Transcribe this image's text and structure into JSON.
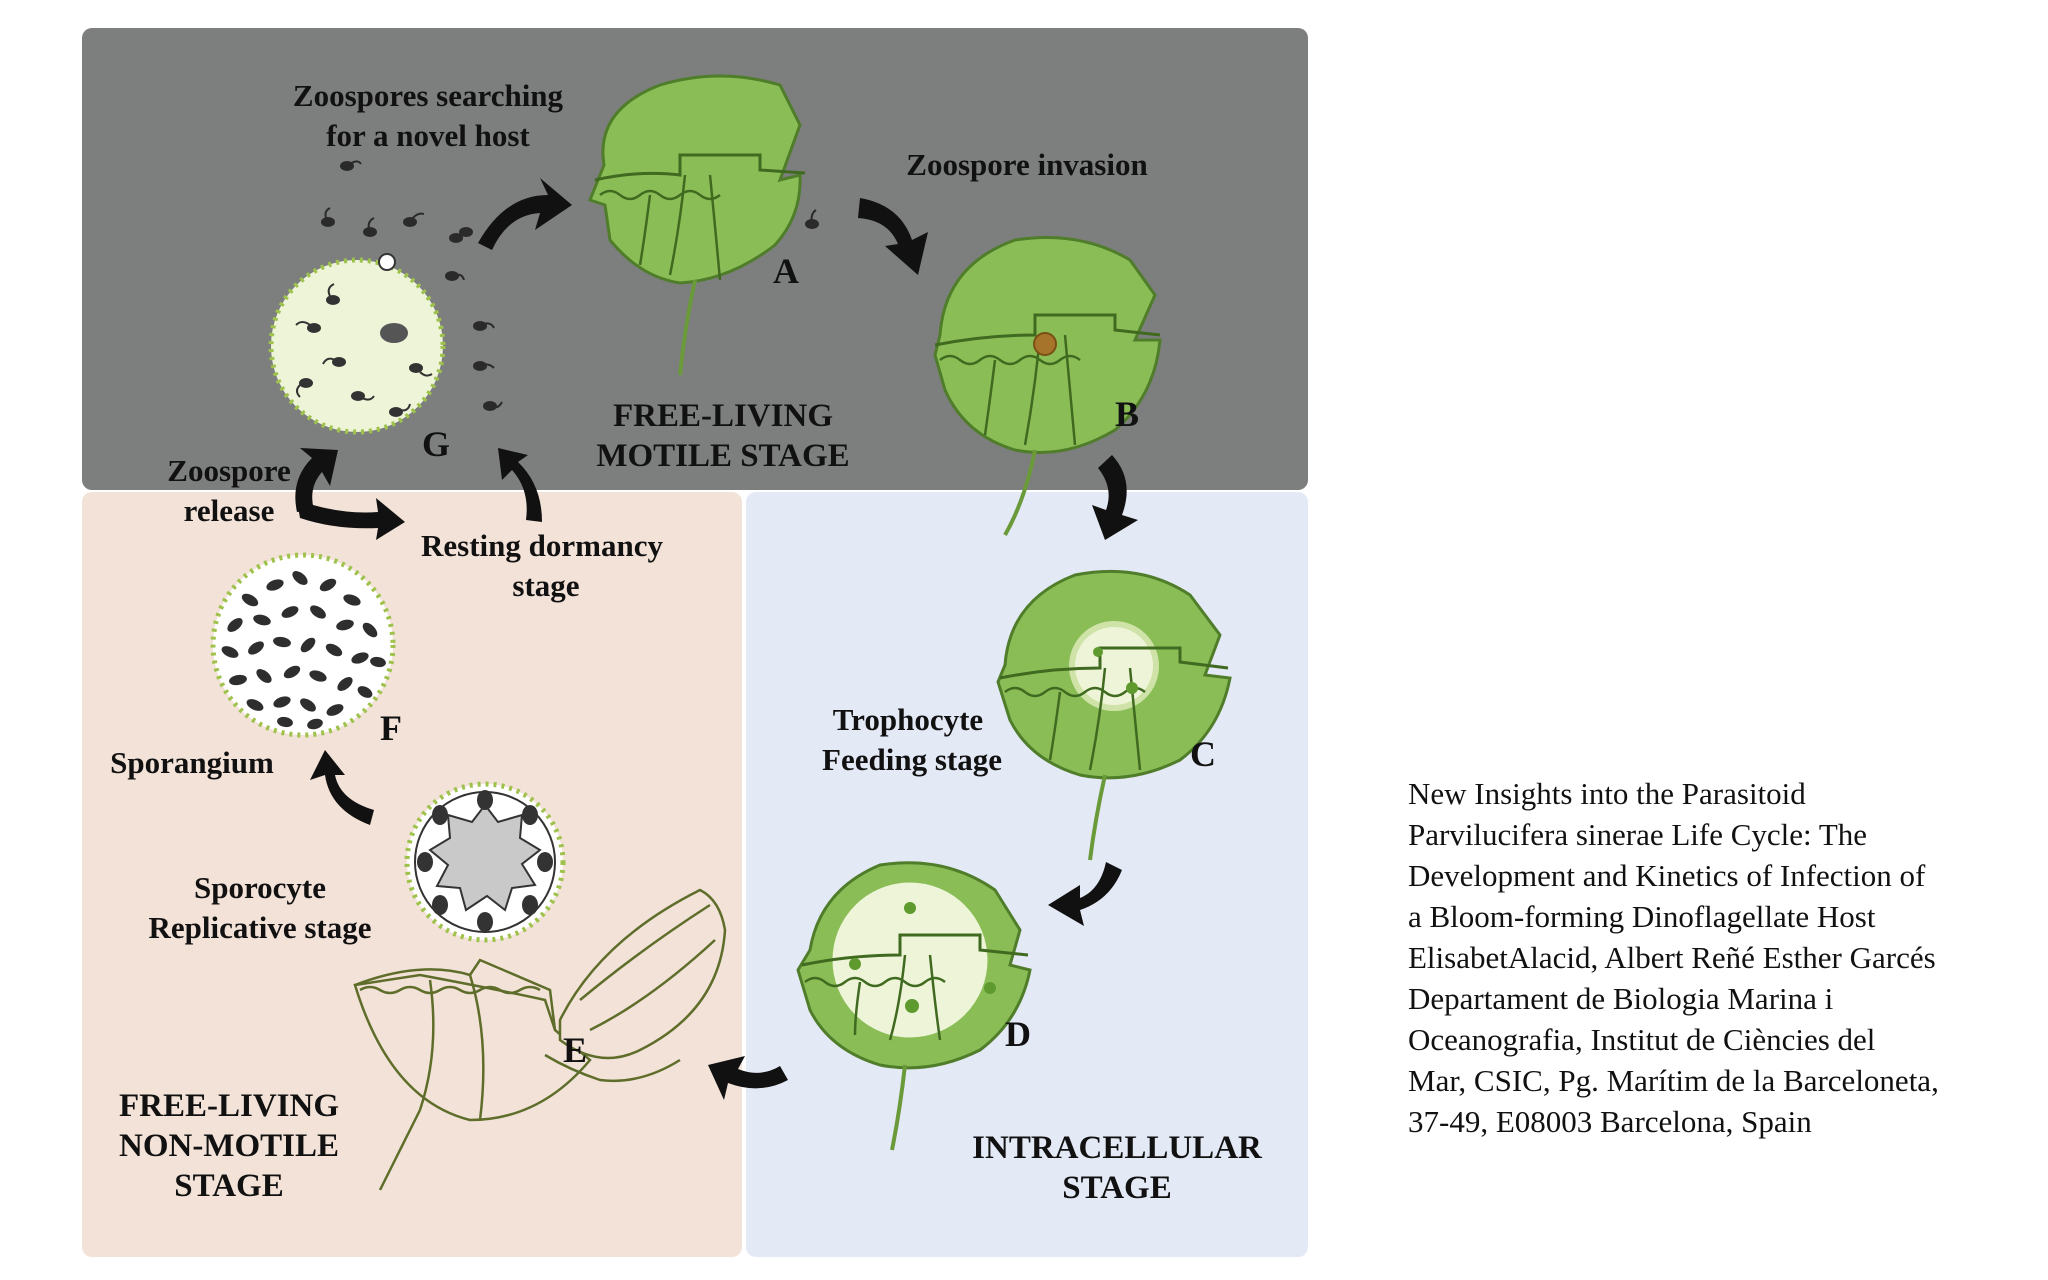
{
  "panels": {
    "top_title": [
      "FREE-LIVING",
      "MOTILE  STAGE"
    ],
    "left_title": [
      "FREE-LIVING",
      "NON-MOTILE",
      "STAGE"
    ],
    "right_title": [
      "INTRACELLULAR",
      "STAGE"
    ]
  },
  "labels": {
    "zoospores_searching": [
      "Zoospores searching",
      "for a novel host"
    ],
    "zoospore_invasion": "Zoospore invasion",
    "zoospore_release": [
      "Zoospore",
      "release"
    ],
    "resting_dormancy": [
      "Resting dormancy",
      "stage"
    ],
    "trophocyte": [
      "Trophocyte",
      "Feeding stage"
    ],
    "sporangium": "Sporangium",
    "sporocyte": [
      "Sporocyte",
      "Replicative stage"
    ]
  },
  "stage_letters": {
    "A": "A",
    "B": "B",
    "C": "C",
    "D": "D",
    "E": "E",
    "F": "F",
    "G": "G"
  },
  "caption": [
    "New Insights into the Parasitoid",
    "Parvilucifera sinerae Life Cycle: The",
    "Development and Kinetics of Infection of",
    "a Bloom-forming Dinoflagellate Host",
    "ElisabetAlacid, Albert Reñé Esther Garcés",
    "Departament de Biologia Marina i",
    "Oceanografia, Institut de Ciències del",
    "Mar, CSIC, Pg. Marítim de la Barceloneta,",
    "37-49, E08003 Barcelona, Spain"
  ],
  "colors": {
    "top_panel": "#7d7f7e",
    "left_panel": "#f3e2d8",
    "right_panel": "#e4e9f6",
    "cell_fill": "#8bbd57",
    "cell_stroke": "#4f7d2a",
    "arrow": "#111111"
  }
}
